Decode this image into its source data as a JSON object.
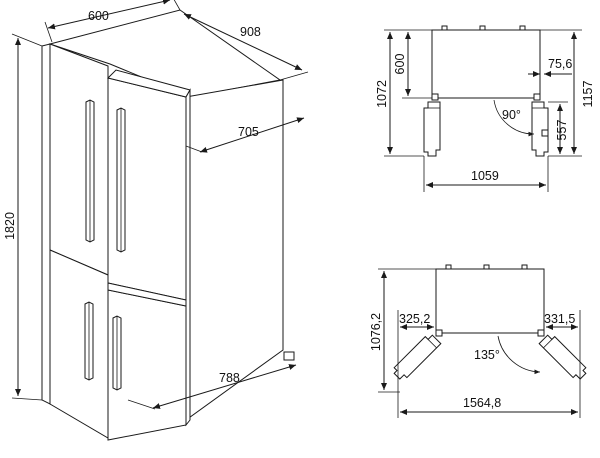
{
  "dimensions_mm": {
    "depth_top": "600",
    "width_top": "908",
    "height": "1820",
    "depth_door_open": "705",
    "depth_base": "788"
  },
  "top_view_90": {
    "depth": "600",
    "overall_depth": "1072",
    "total_depth": "1157",
    "hinge_offset": "75,6",
    "door_depth": "557",
    "width": "1059",
    "angle": "90°"
  },
  "top_view_135": {
    "depth": "1076,2",
    "left_clearance": "325,2",
    "right_clearance": "331,5",
    "width": "1564,8",
    "angle": "135°"
  },
  "colors": {
    "line": "#1a1a1a",
    "background": "#ffffff"
  }
}
